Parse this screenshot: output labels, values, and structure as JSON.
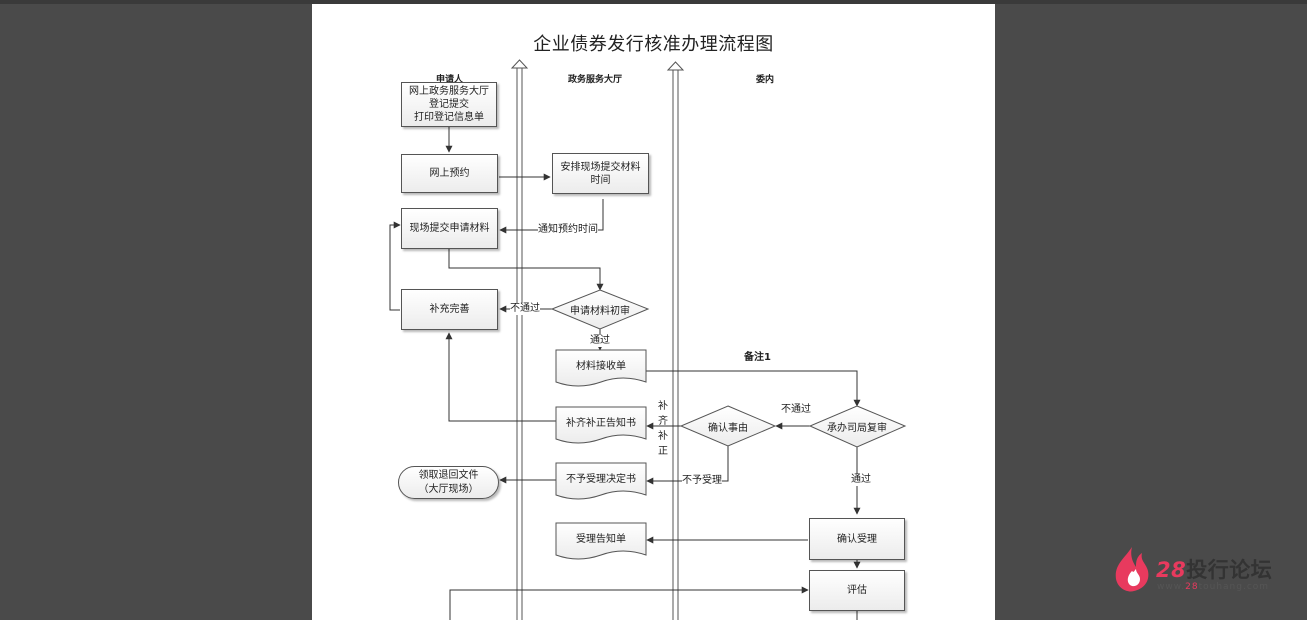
{
  "document": {
    "title": "企业债券发行核准办理流程图"
  },
  "lanes": {
    "applicant": "申请人",
    "service_hall": "政务服务大厅",
    "commission": "委内"
  },
  "nodes": {
    "online_register": [
      "网上政务服务大厅",
      "登记提交",
      "打印登记信息单"
    ],
    "online_booking": "网上预约",
    "arrange_time": [
      "安排现场提交材料",
      "时间"
    ],
    "submit_onsite": "现场提交申请材料",
    "supplement": "补充完善",
    "initial_review": "申请材料初审",
    "receipt_form": "材料接收单",
    "supplement_notice": "补齐补正告知书",
    "confirm_reason": "确认事由",
    "bureau_review": "承办司局复审",
    "collect_docs": [
      "领取退回文件",
      "（大厅现场）"
    ],
    "rejection_decision": "不予受理决定书",
    "confirm_accept": "确认受理",
    "accept_notice": "受理告知单",
    "evaluation": "评估"
  },
  "edge_labels": {
    "notify_time": "通知预约时间",
    "fail_1": "不通过",
    "pass_1": "通过",
    "remark_1": "备注1",
    "fail_2": "不通过",
    "supplement_correct": [
      "补",
      "齐",
      "补",
      "正"
    ],
    "not_accepted": "不予受理",
    "pass_2": "通过"
  },
  "watermark": {
    "number": "28",
    "brand": "投行论坛",
    "url_prefix": "www.",
    "url_highlight": "28",
    "url_suffix": "touhang.com"
  },
  "colors": {
    "page": "#ffffff",
    "viewer_background": "#4a4a4a",
    "stroke": "#444444",
    "brand_pink": "#e83a5e"
  }
}
